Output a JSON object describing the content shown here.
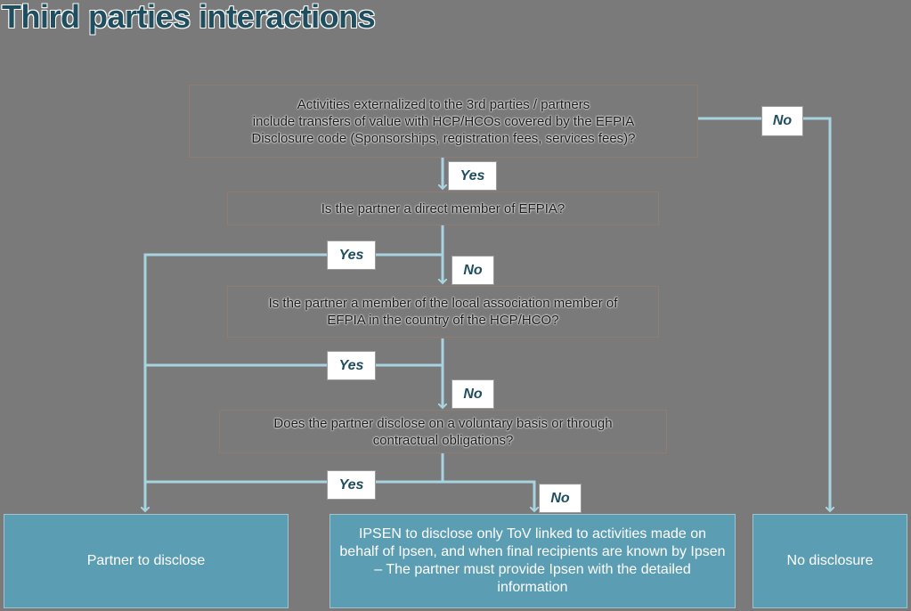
{
  "title": "Third parties interactions",
  "questions": {
    "q1": {
      "line1": "Activities externalized to the 3rd parties / partners",
      "line2": "include transfers of value with HCP/HCOs covered by the EFPIA",
      "line3": "Disclosure code (Sponsorships, registration fees, services fees)?"
    },
    "q2": {
      "line1": "Is the partner a direct member of EFPIA?"
    },
    "q3": {
      "line1": "Is the partner a member of the local association member of",
      "line2": "EFPIA in the country of the HCP/HCO?"
    },
    "q4": {
      "line1": "Does the partner disclose on a voluntary basis or through",
      "line2": "contractual obligations?"
    }
  },
  "tags": {
    "q1_no": "No",
    "q1_yes": "Yes",
    "q2_yes": "Yes",
    "q2_no": "No",
    "q3_yes": "Yes",
    "q3_no": "No",
    "q4_yes": "Yes",
    "q4_no": "No"
  },
  "outcomes": {
    "partner": "Partner to disclose",
    "ipsen": "IPSEN to disclose only ToV linked to activities made on behalf of Ipsen, and when  final  recipients are known by Ipsen – The partner must provide Ipsen with the detailed information",
    "none": "No disclosure"
  },
  "colors": {
    "background": "#7a7a7a",
    "title": "#1f4e5f",
    "connector": "#a8d3e0",
    "outcome_fill": "#5b9db2"
  }
}
